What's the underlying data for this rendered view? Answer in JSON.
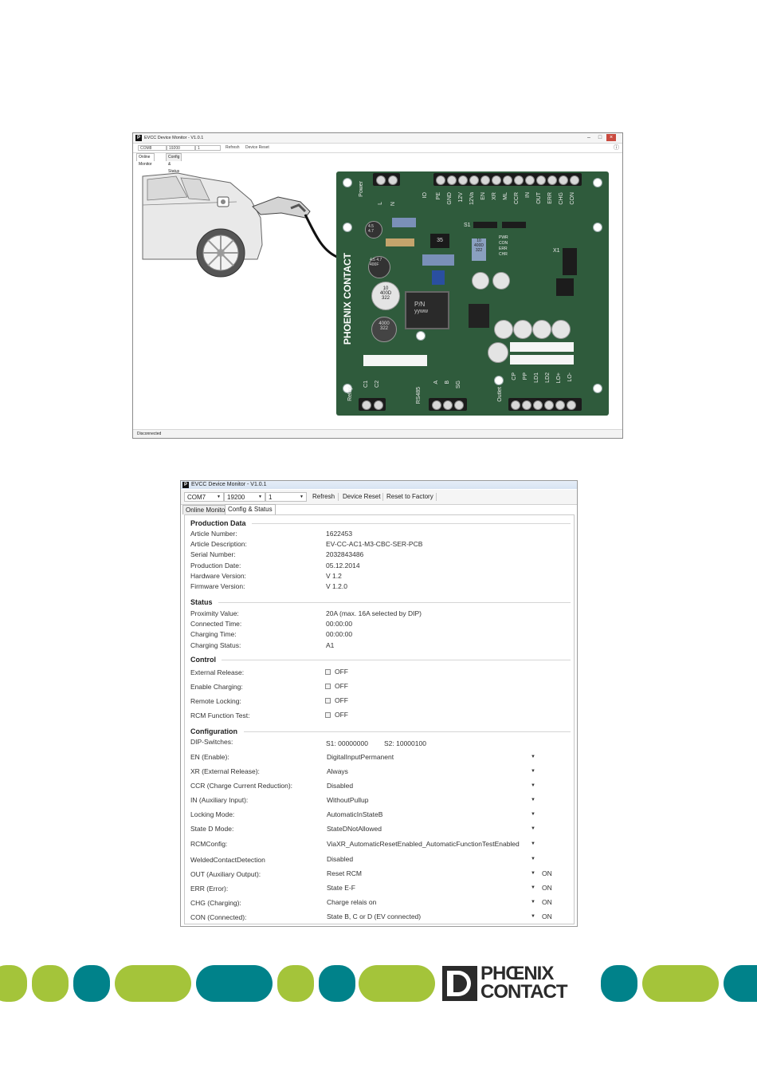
{
  "window1": {
    "title": "EVCC Device Monitor - V1.0.1",
    "toolbar": {
      "com": "COM8",
      "baud": "19200",
      "addr": "1",
      "refresh": "Refresh",
      "device_reset": "Device Reset"
    },
    "tabs": [
      "Online Monitor",
      "Config & Status"
    ],
    "status": "Disconnected",
    "pcb": {
      "power_label": "Power",
      "l": "L",
      "n": "N",
      "io": "IO",
      "io_pins": [
        "PE",
        "GND",
        "12V",
        "12Va",
        "EN",
        "XR",
        "ML",
        "CCR",
        "IN",
        "OUT",
        "ERR",
        "CHG",
        "CON"
      ],
      "s1": "S1",
      "x1": "X1",
      "leds": [
        "PWR",
        "CON",
        "ERR",
        "CHR"
      ],
      "brand": "PHOENIX CONTACT",
      "relay": "Relay",
      "c1": "C1",
      "c2": "C2",
      "rs485": "RS485",
      "a": "A",
      "b": "B",
      "sg": "SG",
      "outlet": "Outlet",
      "outlet_pins": [
        "CP",
        "PP",
        "LD1",
        "LD2",
        "LO+",
        "LO-"
      ],
      "chip_pn": "P/N",
      "chip_yyww": "yyww",
      "cap_marks": [
        "4.5 4.7",
        "4.5 4.7 400F",
        "10 400D 322",
        "4000 322",
        "35",
        "10 400D 322"
      ]
    }
  },
  "window2": {
    "title": "EVCC Device Monitor - V1.0.1",
    "toolbar": {
      "com": "COM7",
      "baud": "19200",
      "addr": "1",
      "refresh": "Refresh",
      "device_reset": "Device Reset",
      "reset_factory": "Reset to Factory"
    },
    "tabs": [
      "Online Monitor",
      "Config & Status"
    ],
    "production": {
      "heading": "Production Data",
      "rows": [
        {
          "label": "Article Number:",
          "value": "1622453"
        },
        {
          "label": "Article Description:",
          "value": "EV-CC-AC1-M3-CBC-SER-PCB"
        },
        {
          "label": "Serial Number:",
          "value": "2032843486"
        },
        {
          "label": "Production Date:",
          "value": "05.12.2014"
        },
        {
          "label": "Hardware Version:",
          "value": "V 1.2"
        },
        {
          "label": "Firmware Version:",
          "value": "V 1.2.0"
        }
      ]
    },
    "status": {
      "heading": "Status",
      "rows": [
        {
          "label": "Proximity Value:",
          "value": "20A (max. 16A selected by DIP)"
        },
        {
          "label": "Connected Time:",
          "value": "00:00:00"
        },
        {
          "label": "Charging Time:",
          "value": "00:00:00"
        },
        {
          "label": "Charging Status:",
          "value": "A1"
        }
      ]
    },
    "control": {
      "heading": "Control",
      "rows": [
        {
          "label": "External Release:",
          "value": "OFF"
        },
        {
          "label": "Enable Charging:",
          "value": "OFF"
        },
        {
          "label": "Remote Locking:",
          "value": "OFF"
        },
        {
          "label": "RCM Function Test:",
          "value": "OFF"
        }
      ]
    },
    "configuration": {
      "heading": "Configuration",
      "dip_label": "DIP-Switches:",
      "dip_s1": "S1: 00000000",
      "dip_s2": "S2: 10000100",
      "rows": [
        {
          "label": "EN (Enable):",
          "value": "DigitalInputPermanent",
          "state": ""
        },
        {
          "label": "XR (External Release):",
          "value": "Always",
          "state": ""
        },
        {
          "label": "CCR (Charge Current Reduction):",
          "value": "Disabled",
          "state": ""
        },
        {
          "label": "IN (Auxiliary Input):",
          "value": "WithoutPullup",
          "state": ""
        },
        {
          "label": "Locking Mode:",
          "value": "AutomaticInStateB",
          "state": ""
        },
        {
          "label": "State D Mode:",
          "value": "StateDNotAllowed",
          "state": ""
        },
        {
          "label": "RCMConfig:",
          "value": "ViaXR_AutomaticResetEnabled_AutomaticFunctionTestEnabled",
          "state": ""
        },
        {
          "label": "WeldedContactDetection",
          "value": "Disabled",
          "state": ""
        },
        {
          "label": "OUT (Auxiliary Output):",
          "value": "Reset RCM",
          "state": "ON"
        },
        {
          "label": "ERR (Error):",
          "value": "State E-F",
          "state": "ON"
        },
        {
          "label": "CHG (Charging):",
          "value": "Charge relais on",
          "state": "ON"
        },
        {
          "label": "CON (Connected):",
          "value": "State B, C or D (EV connected)",
          "state": "ON"
        }
      ]
    }
  },
  "footer": {
    "logo_line1": "PHŒNIX",
    "logo_line2": "CONTACT",
    "colors": {
      "green": "#a4c43a",
      "teal": "#00828a"
    }
  }
}
